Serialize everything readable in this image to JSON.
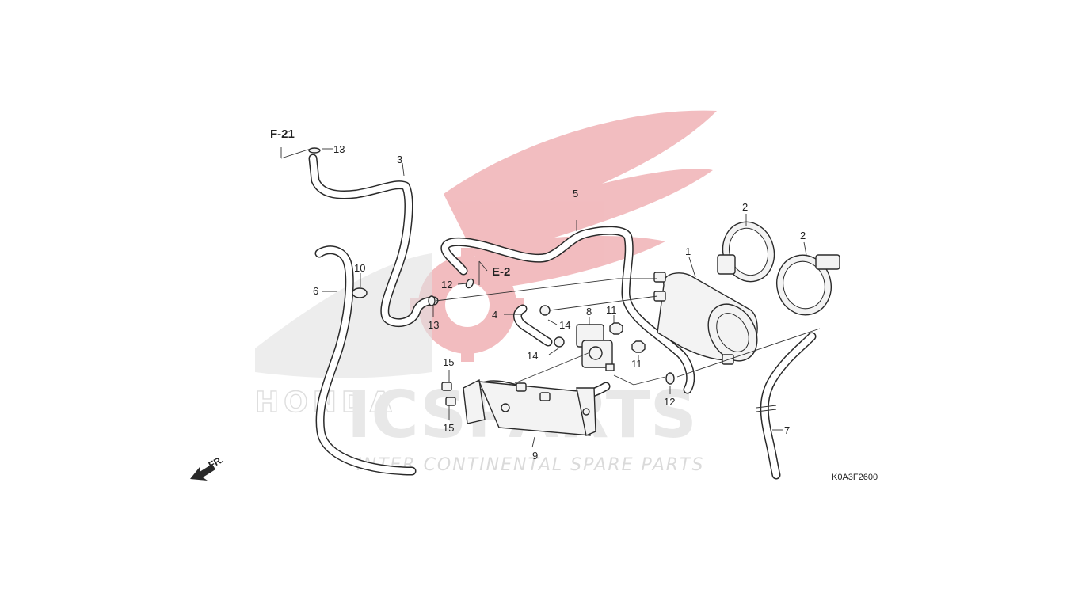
{
  "diagram": {
    "watermark": {
      "brand_big": "ICSPARTS",
      "brand_small": "INTER CONTINENTAL SPARE PARTS",
      "maker_logo_text": "HONDA"
    },
    "references": [
      {
        "label": "F-21"
      },
      {
        "label": "E-2"
      }
    ],
    "direction_label": "FR.",
    "diagram_code": "K0A3F2600",
    "callouts": {
      "c1": "1",
      "c2a": "2",
      "c2b": "2",
      "c3": "3",
      "c4": "4",
      "c5": "5",
      "c6": "6",
      "c7": "7",
      "c8": "8",
      "c9": "9",
      "c10": "10",
      "c11a": "11",
      "c11b": "11",
      "c12a": "12",
      "c12b": "12",
      "c13a": "13",
      "c13b": "13",
      "c14a": "14",
      "c14b": "14",
      "c15a": "15",
      "c15b": "15"
    },
    "colors": {
      "line": "#2a2a2a",
      "watermark_red": "#e8868c",
      "watermark_gray": "#b5b5b5"
    }
  }
}
